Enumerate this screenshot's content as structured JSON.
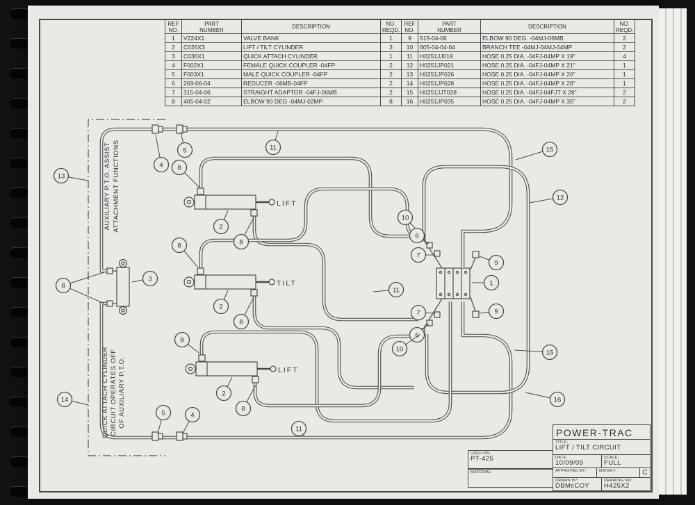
{
  "parts_table": {
    "headers": [
      "REF\nNO.",
      "PART\nNUMBER",
      "DESCRIPTION",
      "NO.\nREQD.",
      "REF\nNO.",
      "PART\nNUMBER",
      "DESCRIPTION",
      "NO.\nREQD."
    ],
    "rows": [
      [
        "1",
        "V224X1",
        "VALVE BANK",
        "1",
        "9",
        "515-04-06",
        "ELBOW 90 DEG. -04MJ-06MB",
        "2"
      ],
      [
        "2",
        "C026X3",
        "LIFT / TILT CYLINDER",
        "3",
        "10",
        "605-04-04-04",
        "BRANCH TEE -04MJ-04MJ-04MP",
        "2"
      ],
      [
        "3",
        "C036X1",
        "QUICK ATTACH CYLINDER",
        "1",
        "11",
        "H0251JJ019",
        "HOSE 0.25 DIA. -04FJ-04MP X 19\"",
        "4"
      ],
      [
        "4",
        "F002X1",
        "FEMALE QUICK COUPLER -04FP",
        "2",
        "12",
        "H0251JP021",
        "HOSE 0.25 DIA. -04FJ-04MP X 21\"",
        "1"
      ],
      [
        "5",
        "F003X1",
        "MALE QUICK COUPLER -04FP",
        "2",
        "13",
        "H0251JP026",
        "HOSE 0.25 DIA. -04FJ-04MP X 26\"",
        "1"
      ],
      [
        "6",
        "269-06-04",
        "REDUCER -06MB-04FP",
        "2",
        "14",
        "H0251JP028",
        "HOSE 0.25 DIA. -04FJ-04MP X 28\"",
        "1"
      ],
      [
        "7",
        "315-04-06",
        "STRAIGHT ADAPTOR -04FJ-06MB",
        "2",
        "15",
        "H0251JJT028",
        "HOSE 0.25 DIA. -04FJ-04FJT X 28\"",
        "2"
      ],
      [
        "8",
        "405-04-02",
        "ELBOW 90 DEG -04MJ-02MP",
        "8",
        "16",
        "H0251JP035",
        "HOSE 0.25 DIA. -04FJ-04MP X 35\"",
        "2"
      ]
    ]
  },
  "diagram": {
    "aux_label_line1": "AUXILIARY P.T.O. ASSIST",
    "aux_label_line2": "ATTACHMENT FUNCTIONS",
    "qa_label_line1": "QUICK ATTACH CYLINDER",
    "qa_label_line2": "CIRCUIT OPERATES OFF",
    "qa_label_line3": "OF AUXILIARY P.T.O.",
    "cylinder1_label": "LIFT",
    "cylinder2_label": "TILT",
    "cylinder3_label": "LIFT",
    "callouts": [
      "13",
      "4",
      "5",
      "8",
      "11",
      "15",
      "12",
      "2",
      "8",
      "8",
      "2",
      "8",
      "8",
      "3",
      "10",
      "6",
      "7",
      "9",
      "1",
      "9",
      "7",
      "6",
      "10",
      "11",
      "15",
      "16",
      "8",
      "2",
      "8",
      "14",
      "5",
      "4",
      "11"
    ]
  },
  "title_block": {
    "company": "POWER-TRAC",
    "title_label": "TITLE:",
    "title": "LIFT / TILT CIRCUIT",
    "date_label": "DATE:",
    "date": "10/09/09",
    "scale_label": "SCALE:",
    "scale": "FULL",
    "approved_label": "APPROVED BY:",
    "weight_label": "WEIGHT:",
    "drawn_label": "DRAWN BY:",
    "drawn_by": "DBMcCOY",
    "drawing_no_label": "DRAWING NO:",
    "drawing_no": "H425X2",
    "revision": "C",
    "used_on_label": "USED ON:",
    "used_on": "PT-425",
    "material_label": "MATERIAL:"
  }
}
